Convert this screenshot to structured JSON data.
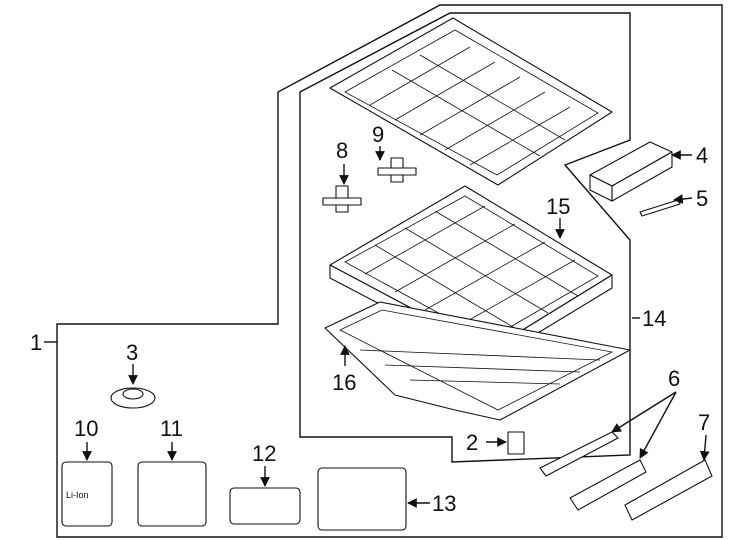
{
  "callouts": [
    "1",
    "2",
    "3",
    "4",
    "5",
    "6",
    "7",
    "8",
    "9",
    "10",
    "11",
    "12",
    "13",
    "14",
    "15",
    "16"
  ],
  "label_text": {
    "li_ion": "Li-Ion"
  }
}
